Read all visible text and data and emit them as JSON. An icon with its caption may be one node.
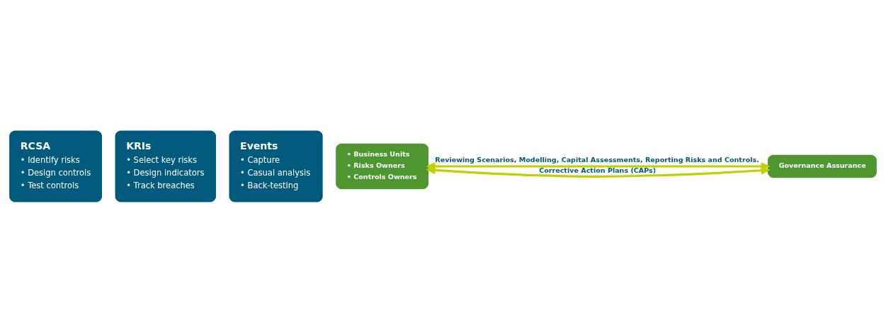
{
  "diagram": {
    "nodes": [
      {
        "text": [
          "RCSA",
          "• Identify risks",
          "• Design controls",
          "• Test controls"
        ]
      },
      {
        "text": [
          "KRIs",
          "• Select key risks",
          "• Design indicators",
          "• Track breaches"
        ]
      },
      {
        "text": [
          "Events",
          "• Capture",
          "• Casual analysis",
          "• Back-testing"
        ]
      },
      {
        "text": [
          "• Business Units",
          "• Risks Owners",
          "• Controls Owners"
        ]
      },
      {
        "text": [
          "Governance Assurance"
        ]
      }
    ],
    "edges": [
      {
        "from": 3,
        "to": 4,
        "arrow": "both",
        "label": "Corrective Action Plans (CAPs)"
      },
      {
        "from": 3,
        "to": 4,
        "arrow": "both",
        "label": "Reviewing Scenarios, Modelling, Capital Assessments, Reporting Risks and Controls."
      }
    ]
  }
}
